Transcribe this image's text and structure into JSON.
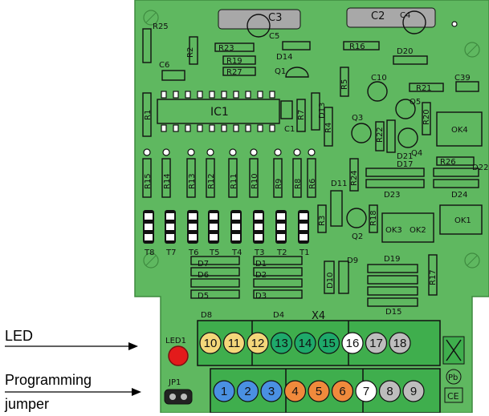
{
  "annotations": {
    "led": "LED",
    "prog1": "Programming",
    "prog2": "jumper"
  },
  "board": {
    "top_labels": {
      "r25": "R25",
      "c3": "C3",
      "c2": "C2",
      "c4": "C4",
      "c5": "C5",
      "c6": "C6",
      "r2": "R2",
      "r23": "R23",
      "r19": "R19",
      "r27": "R27",
      "d14": "D14",
      "r16": "R16",
      "d20": "D20",
      "q1": "Q1",
      "r5": "R5",
      "c10": "C10",
      "r21": "R21",
      "c39": "C39",
      "r1": "R1",
      "ic1": "IC1",
      "c1": "C1",
      "r7": "R7",
      "d13": "D13",
      "r4": "R4",
      "q3": "Q3",
      "q5": "Q5",
      "r22": "R22",
      "r20": "R20",
      "q4": "Q4",
      "ok4": "OK4",
      "d21": "D21",
      "d17": "D17",
      "r26": "R26",
      "d22": "D22",
      "r24": "R24",
      "d23": "D23",
      "d24": "D24",
      "d11": "D11",
      "r3": "R3",
      "r18": "R18",
      "q2": "Q2",
      "ok3": "OK3",
      "ok2": "OK2",
      "ok1": "OK1",
      "d10": "D10",
      "d9": "D9",
      "d19": "D19",
      "r17": "R17",
      "d15": "D15",
      "d8": "D8",
      "d4": "D4",
      "d1": "D1",
      "d2": "D2",
      "d3": "D3",
      "d5": "D5",
      "d6": "D6",
      "d7": "D7",
      "x4": "X4",
      "led1": "LED1",
      "jp1": "JP1",
      "ce": "CE",
      "pb": "Pb"
    },
    "resistor_row": [
      "R15",
      "R14",
      "R13",
      "R12",
      "R11",
      "R10",
      "R9",
      "R8",
      "R6"
    ],
    "transistor_row": [
      "T8",
      "T7",
      "T6",
      "T5",
      "T4",
      "T3",
      "T2",
      "T1"
    ],
    "pins_top": [
      {
        "n": "10",
        "color": "#f4d77a"
      },
      {
        "n": "11",
        "color": "#f4d77a"
      },
      {
        "n": "12",
        "color": "#f4d77a"
      },
      {
        "n": "13",
        "color": "#1ea96a"
      },
      {
        "n": "14",
        "color": "#1ea96a"
      },
      {
        "n": "15",
        "color": "#1ea96a"
      },
      {
        "n": "16",
        "color": "#ffffff"
      },
      {
        "n": "17",
        "color": "#bdbdbd"
      },
      {
        "n": "18",
        "color": "#bdbdbd"
      }
    ],
    "pins_bottom": [
      {
        "n": "1",
        "color": "#4a90e2"
      },
      {
        "n": "2",
        "color": "#4a90e2"
      },
      {
        "n": "3",
        "color": "#4a90e2"
      },
      {
        "n": "4",
        "color": "#f08a3c"
      },
      {
        "n": "5",
        "color": "#f08a3c"
      },
      {
        "n": "6",
        "color": "#f08a3c"
      },
      {
        "n": "7",
        "color": "#ffffff"
      },
      {
        "n": "8",
        "color": "#bdbdbd"
      },
      {
        "n": "9",
        "color": "#bdbdbd"
      }
    ],
    "colors": {
      "pcb": "#5fb860",
      "pcb_edge": "#3e8a3f",
      "terminal": "#3fae4d",
      "led": "#e31b1b"
    }
  }
}
